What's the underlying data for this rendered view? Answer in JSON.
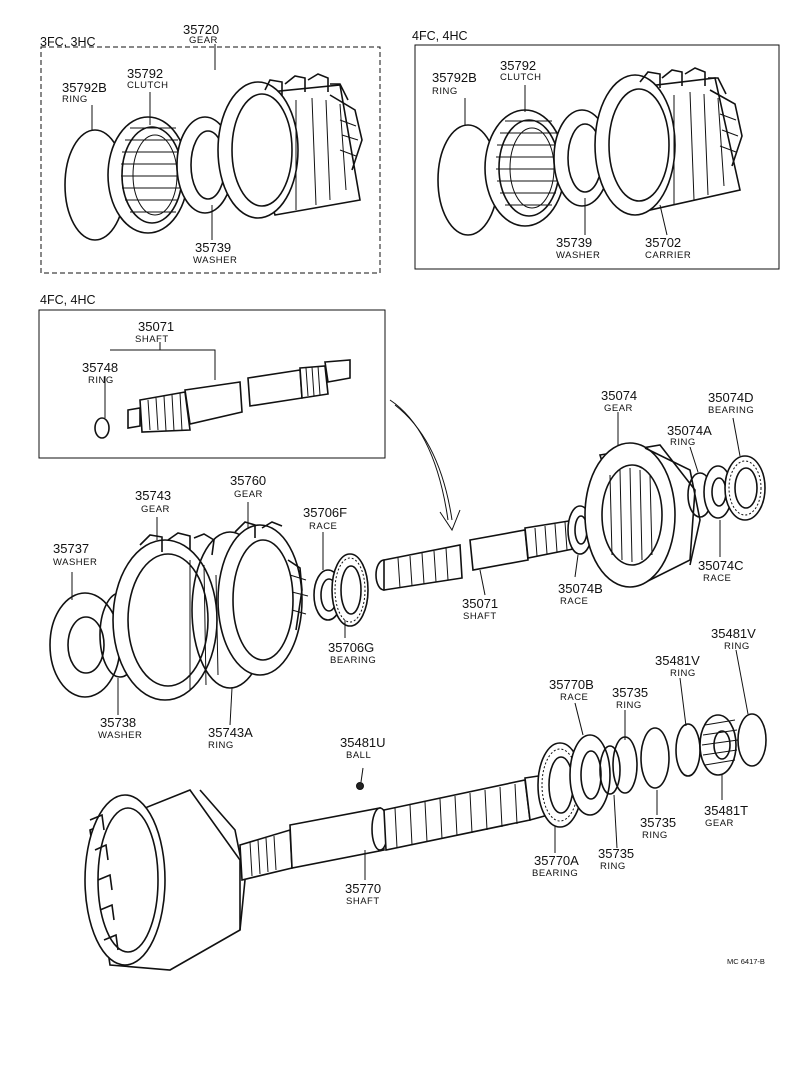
{
  "groups": [
    {
      "label": "3FC, 3HC"
    },
    {
      "label": "4FC, 4HC"
    },
    {
      "label": "4FC, 4HC"
    }
  ],
  "parts": {
    "p35720": {
      "number": "35720",
      "name": "GEAR"
    },
    "p35792B_a": {
      "number": "35792B",
      "name": "RING"
    },
    "p35792_a": {
      "number": "35792",
      "name": "CLUTCH"
    },
    "p35739_a": {
      "number": "35739",
      "name": "WASHER"
    },
    "p35792B_b": {
      "number": "35792B",
      "name": "RING"
    },
    "p35792_b": {
      "number": "35792",
      "name": "CLUTCH"
    },
    "p35739_b": {
      "number": "35739",
      "name": "WASHER"
    },
    "p35702": {
      "number": "35702",
      "name": "CARRIER"
    },
    "p35071_a": {
      "number": "35071",
      "name": "SHAFT"
    },
    "p35748": {
      "number": "35748",
      "name": "RING"
    },
    "p35074": {
      "number": "35074",
      "name": "GEAR"
    },
    "p35074D": {
      "number": "35074D",
      "name": "BEARING"
    },
    "p35074A": {
      "number": "35074A",
      "name": "RING"
    },
    "p35743": {
      "number": "35743",
      "name": "GEAR"
    },
    "p35760": {
      "number": "35760",
      "name": "GEAR"
    },
    "p35706F": {
      "number": "35706F",
      "name": "RACE"
    },
    "p35737": {
      "number": "35737",
      "name": "WASHER"
    },
    "p35074C": {
      "number": "35074C",
      "name": "RACE"
    },
    "p35074B": {
      "number": "35074B",
      "name": "RACE"
    },
    "p35071_b": {
      "number": "35071",
      "name": "SHAFT"
    },
    "p35706G": {
      "number": "35706G",
      "name": "BEARING"
    },
    "p35738": {
      "number": "35738",
      "name": "WASHER"
    },
    "p35743A": {
      "number": "35743A",
      "name": "RING"
    },
    "p35481V_a": {
      "number": "35481V",
      "name": "RING"
    },
    "p35481V_b": {
      "number": "35481V",
      "name": "RING"
    },
    "p35770B": {
      "number": "35770B",
      "name": "RACE"
    },
    "p35735_a": {
      "number": "35735",
      "name": "RING"
    },
    "p35481U": {
      "number": "35481U",
      "name": "BALL"
    },
    "p35735_b": {
      "number": "35735",
      "name": "RING"
    },
    "p35481T": {
      "number": "35481T",
      "name": "GEAR"
    },
    "p35770A": {
      "number": "35770A",
      "name": "BEARING"
    },
    "p35735_c": {
      "number": "35735",
      "name": "RING"
    },
    "p35770": {
      "number": "35770",
      "name": "SHAFT"
    }
  },
  "footer": {
    "reference": "MC 6417-B"
  }
}
